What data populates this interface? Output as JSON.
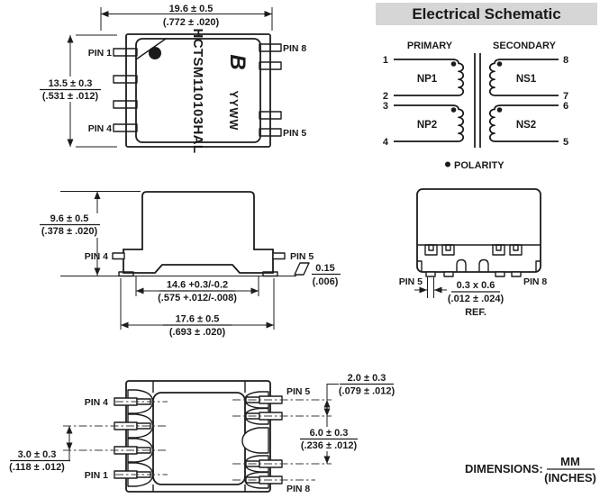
{
  "schematic": {
    "title": "Electrical Schematic",
    "primary_label": "PRIMARY",
    "secondary_label": "SECONDARY",
    "winding_np1": "NP1",
    "winding_np2": "NP2",
    "winding_ns1": "NS1",
    "winding_ns2": "NS2",
    "pin_1": "1",
    "pin_2": "2",
    "pin_3": "3",
    "pin_4": "4",
    "pin_5": "5",
    "pin_6": "6",
    "pin_7": "7",
    "pin_8": "8",
    "polarity_label": "POLARITY"
  },
  "top_view": {
    "width_mm": "19.6 ± 0.5",
    "width_in": "(.772 ± .020)",
    "height_mm": "13.5 ± 0.3",
    "height_in": "(.531 ± .012)",
    "pin1_label": "PIN 1",
    "pin4_label": "PIN 4",
    "pin5_label": "PIN 5",
    "pin8_label": "PIN 8",
    "part_number": "HCTSM110103HAL",
    "date_code": "YYWW",
    "logo_letter": "B"
  },
  "side_view": {
    "height_mm": "9.6 ± 0.5",
    "height_in": "(.378 ± .020)",
    "pin4_label": "PIN 4",
    "pin5_label": "PIN 5",
    "inner_width_mm": "14.6 +0.3/-0.2",
    "inner_width_in": "(.575 +.012/-.008)",
    "outer_width_mm": "17.6 ± 0.5",
    "outer_width_in": "(.693 ± .020)",
    "coplanarity_mm": "0.15",
    "coplanarity_in": "(.006)"
  },
  "end_view": {
    "pin5_label": "PIN 5",
    "pin8_label": "PIN 8",
    "pad_mm": "0.3 x 0.6",
    "pad_in": "(.012 ± .024)",
    "ref_label": "REF."
  },
  "bottom_view": {
    "pin1_label": "PIN 1",
    "pin4_label": "PIN 4",
    "pin5_label": "PIN 5",
    "pin8_label": "PIN 8",
    "pitch_mm": "3.0 ± 0.3",
    "pitch_in": "(.118 ± .012)",
    "pair_pitch_mm": "2.0 ± 0.3",
    "pair_pitch_in": "(.079 ± .012)",
    "row_span_mm": "6.0 ± 0.3",
    "row_span_in": "(.236 ± .012)"
  },
  "footer": {
    "dimensions_label": "DIMENSIONS:",
    "unit_top": "MM",
    "unit_bottom": "(INCHES)"
  },
  "colors": {
    "line": "#1c1c1c",
    "title_bar_bg": "#d6d6d6",
    "background": "#ffffff"
  }
}
